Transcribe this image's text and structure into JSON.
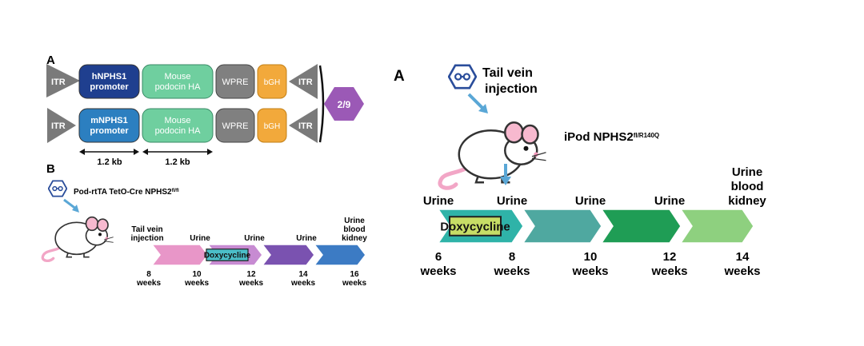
{
  "left_panel": {
    "panel_a_label": "A",
    "construct_rows": [
      {
        "itr_left": "ITR",
        "promoter_line1": "hNPHS1",
        "promoter_line2": "promoter",
        "gene_line1": "Mouse",
        "gene_line2": "podocin HA",
        "wpre": "WPRE",
        "bgh": "bGH",
        "itr_right": "ITR",
        "promoter_color": "#1f3f8f"
      },
      {
        "itr_left": "ITR",
        "promoter_line1": "mNPHS1",
        "promoter_line2": "promoter",
        "gene_line1": "Mouse",
        "gene_line2": "podocin HA",
        "wpre": "WPRE",
        "bgh": "bGH",
        "itr_right": "ITR",
        "promoter_color": "#2c7fc0"
      }
    ],
    "serotype": "2/9",
    "size_labels": [
      "1.2 kb",
      "1.2 kb"
    ],
    "panel_b_label": "B",
    "mouse_line_main": "Pod-rtTA TetO-Cre NPHS2",
    "mouse_line_sup": "fl/fl",
    "event_labels": [
      {
        "lines": [
          "Tail vein",
          "injection"
        ]
      },
      {
        "lines": [
          "Urine"
        ]
      },
      {
        "lines": [
          "Urine"
        ]
      },
      {
        "lines": [
          "Urine"
        ]
      },
      {
        "lines": [
          "Urine",
          "blood",
          "kidney"
        ]
      }
    ],
    "treatment": "Doxycycline",
    "week_ticks": [
      {
        "num": "8",
        "unit": "weeks"
      },
      {
        "num": "10",
        "unit": "weeks"
      },
      {
        "num": "12",
        "unit": "weeks"
      },
      {
        "num": "14",
        "unit": "weeks"
      },
      {
        "num": "16",
        "unit": "weeks"
      }
    ]
  },
  "right_panel": {
    "panel_label": "A",
    "injection_lines": [
      "Tail vein",
      "injection"
    ],
    "mouse_line_main": "iPod NPHS2",
    "mouse_line_sup": "fl/R140Q",
    "event_labels": [
      {
        "lines": [
          "Urine"
        ]
      },
      {
        "lines": [
          "Urine"
        ]
      },
      {
        "lines": [
          "Urine"
        ]
      },
      {
        "lines": [
          "Urine"
        ]
      },
      {
        "lines": [
          "Urine",
          "blood",
          "kidney"
        ]
      }
    ],
    "treatment": "Doxycycline",
    "week_ticks": [
      {
        "num": "6",
        "unit": "weeks"
      },
      {
        "num": "8",
        "unit": "weeks"
      },
      {
        "num": "10",
        "unit": "weeks"
      },
      {
        "num": "12",
        "unit": "weeks"
      },
      {
        "num": "14",
        "unit": "weeks"
      }
    ]
  },
  "colors": {
    "itr": "#7a7a7a",
    "gene": "#6fcf9f",
    "wpre": "#808080",
    "bgh": "#f2a93b",
    "serotype_hexagon": "#9b59b6",
    "left_timeline": [
      "#e896c8",
      "#c78bd2",
      "#7a52b0",
      "#3c7bc4"
    ],
    "right_timeline": [
      "#2fb3a8",
      "#4fa8a0",
      "#1f9d55",
      "#8ed07f"
    ],
    "dox_box": "#c7dd66",
    "left_dox_box": "#4bbec8"
  }
}
